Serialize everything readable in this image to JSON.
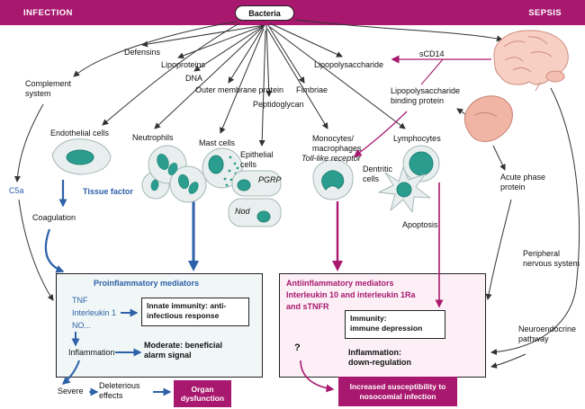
{
  "colors": {
    "magenta": "#a8186e",
    "teal": "#2a9d8f",
    "blue": "#2d61a8"
  },
  "header": {
    "infection": "INFECTION",
    "sepsis": "SEPSIS"
  },
  "bacteria": "Bacteria",
  "products": {
    "defensins": "Defensins",
    "lipoproteins": "Lipoproteins",
    "dna": "DNA",
    "outer_membrane_protein": "Outer membrane protein",
    "peptidoglycan": "Peptidoglycan",
    "fimbriae": "Fimbriae",
    "lipopolysaccharide": "Lipopolysaccharide",
    "scd14": "sCD14",
    "lbp": "Lipopolysaccharide binding protein"
  },
  "left": {
    "complement": "Complement system",
    "endothelial": "Endothelial cells",
    "c5a": "C5a",
    "tissue_factor": "Tissue factor",
    "coagulation": "Coagulation"
  },
  "cells": {
    "neutrophils": "Neutrophils",
    "mast": "Mast cells",
    "epithelial": "Epithelial cells",
    "pgrp": "PGRP",
    "nod": "Nod",
    "monocytes": "Monocytes/ macrophages",
    "tlr": "Toll-like receptor",
    "lymphocytes": "Lymphocytes",
    "dendritic": "Dentritic cells",
    "apoptosis": "Apoptosis"
  },
  "right": {
    "acute_phase": "Acute phase protein",
    "peripheral": "Peripheral nervous system",
    "neuroendocrine": "Neuroendocrine pathway"
  },
  "pro_box": {
    "title": "Proinflammatory mediators",
    "mediators": [
      "TNF",
      "Interleukin 1",
      "NO..."
    ],
    "innate": "Innate immunity: anti-infectious response",
    "inflammation": "Inflammation",
    "moderate": "Moderate: beneficial alarm signal",
    "severe": "Severe",
    "deleterious": "Deleterious effects",
    "organ": "Organ dysfunction"
  },
  "anti_box": {
    "title_lines": [
      "Antiinflammatory mediators",
      "Interleukin 10 and interleukin 1Ra",
      "and sTNFR"
    ],
    "immunity_l1": "Immunity:",
    "immunity_l2": "immune depression",
    "inflammation_l1": "Inflammation:",
    "inflammation_l2": "down-regulation",
    "question": "?",
    "susceptibility": "Increased susceptibility to nosocomial infection"
  }
}
